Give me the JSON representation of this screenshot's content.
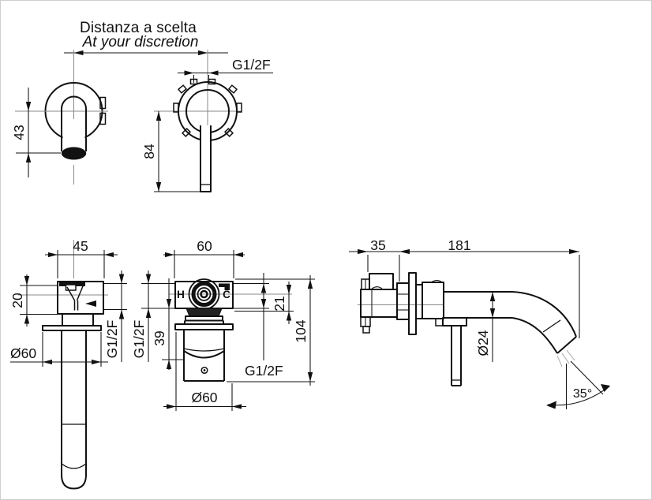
{
  "drawing": {
    "title_it": "Distanza a scelta",
    "title_en": "At your discretion",
    "labels": {
      "front_spout_height": "43",
      "front_lever_length": "84",
      "front_thread": "G1/2F",
      "spout_width": "45",
      "spout_body_height": "20",
      "spout_flange_diameter": "Ø60",
      "spout_thread": "G1/2F",
      "mixer_width": "60",
      "mixer_thread": "G1/2F",
      "mixer_dim_39": "39",
      "mixer_dim_21": "21",
      "mixer_height_104": "104",
      "mixer_bottom_thread": "G1/2F",
      "mixer_flange_diameter": "Ø60",
      "hot": "H",
      "cold": "C",
      "wall_depth": "35",
      "spout_projection": "181",
      "spout_diameter": "Ø24",
      "spray_angle": "35°"
    },
    "colors": {
      "line": "#111111",
      "centerline": "#8a8a8a",
      "spray": "#b5b5b5",
      "background": "#ffffff",
      "border": "#cfcfcf"
    }
  }
}
